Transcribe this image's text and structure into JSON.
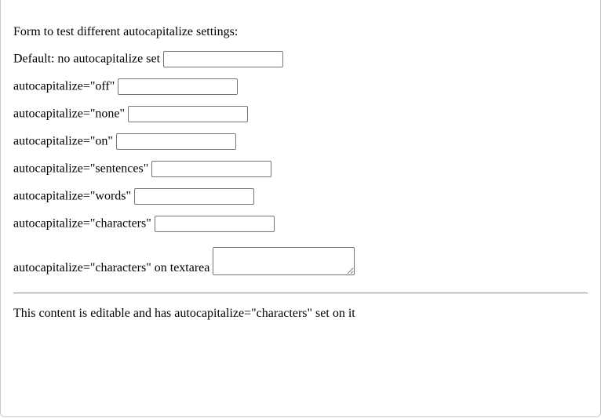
{
  "form": {
    "intro": "Form to test different autocapitalize settings:",
    "fields": [
      {
        "label": "Default: no autocapitalize set",
        "value": "",
        "autocapitalize": ""
      },
      {
        "label": "autocapitalize=\"off\"",
        "value": "",
        "autocapitalize": "off"
      },
      {
        "label": "autocapitalize=\"none\"",
        "value": "",
        "autocapitalize": "none"
      },
      {
        "label": "autocapitalize=\"on\"",
        "value": "",
        "autocapitalize": "on"
      },
      {
        "label": "autocapitalize=\"sentences\"",
        "value": "",
        "autocapitalize": "sentences"
      },
      {
        "label": "autocapitalize=\"words\"",
        "value": "",
        "autocapitalize": "words"
      },
      {
        "label": "autocapitalize=\"characters\"",
        "value": "",
        "autocapitalize": "characters"
      }
    ],
    "textarea": {
      "label": "autocapitalize=\"characters\" on textarea",
      "value": ""
    }
  },
  "editable": {
    "text": "This content is editable and has autocapitalize=\"characters\" set on it"
  }
}
